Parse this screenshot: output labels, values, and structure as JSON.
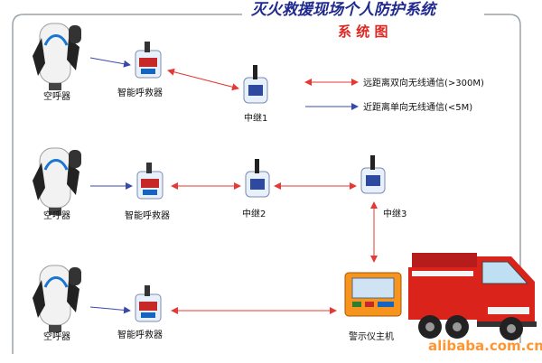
{
  "title": "灭火救援现场个人防护系统",
  "subtitle": "系 统 图",
  "labels": {
    "scba": "空呼器",
    "smart": "智能呼救器",
    "relay1": "中继1",
    "relay2": "中继2",
    "relay3": "中继3",
    "host": "警示仪主机"
  },
  "legend": {
    "long": "远距离双向无线通信(>300M)",
    "short": "近距离单向无线通信(<5M)"
  },
  "watermark": "alibaba.com.cn",
  "colors": {
    "title": "#1f2a8c",
    "subtitle": "#e0261f",
    "long_link": "#e53935",
    "short_link": "#3949ab",
    "truck": "#d9231b"
  }
}
